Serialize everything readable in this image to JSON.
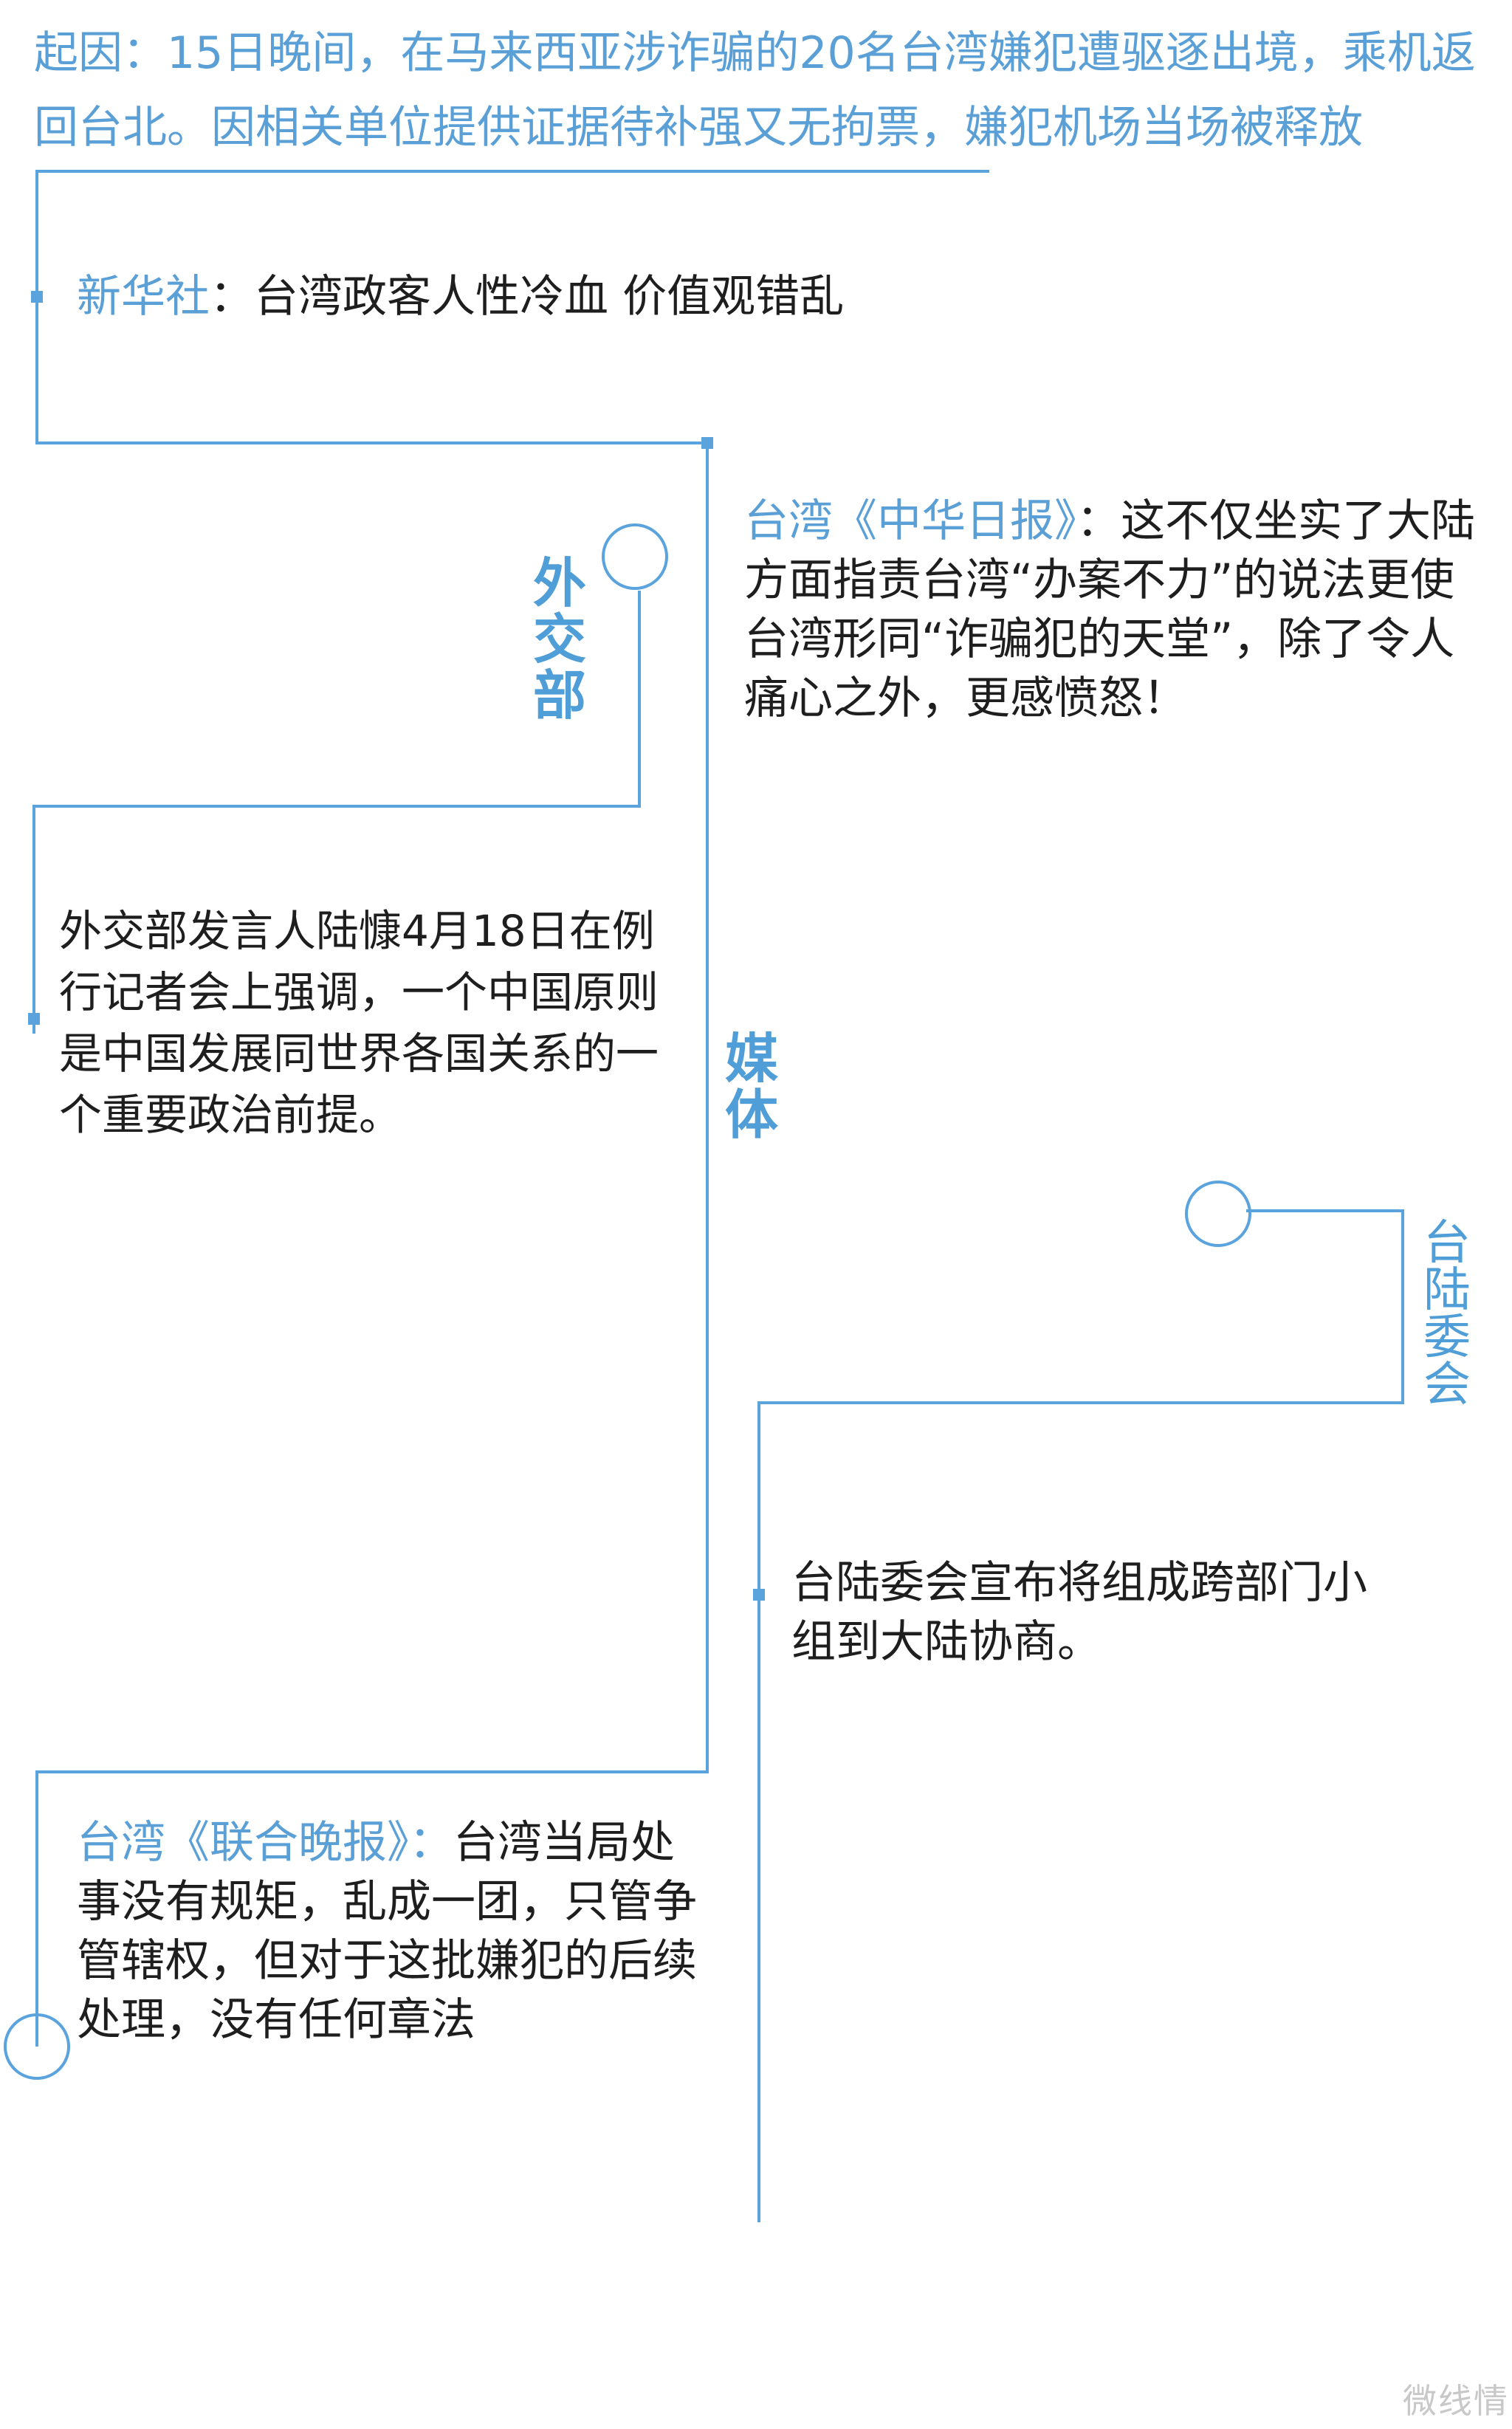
{
  "colors": {
    "accent": "#5a9fd6",
    "line": "#5aa3dd",
    "text": "#1e1e1e"
  },
  "intro": {
    "text": "起因：15日晚间，在马来西亚涉诈骗的20名台湾嫌犯遭驱逐出境，乘机返回台北。因相关单位提供证据待补强又无拘票，嫌犯机场当场被释放"
  },
  "xinhua": {
    "source": "新华社",
    "sep": "：",
    "text": "台湾政客人性冷血 价值观错乱"
  },
  "zhonghua": {
    "source": "台湾《中华日报》",
    "text": "：这不仅坐实了大陆方面指责台湾“办案不力”的说法更使台湾形同“诈骗犯的天堂”，除了令人痛心之外，更感愤怒！"
  },
  "labels": {
    "waijiaobu": "外交部",
    "meiti": "媒体",
    "luweihui": "台陆委会"
  },
  "waijiaobu_statement": {
    "text": "外交部发言人陆慷4月18日在例行记者会上强调，一个中国原则是中国发展同世界各国关系的一个重要政治前提。"
  },
  "luweihui_statement": {
    "text": "台陆委会宣布将组成跨部门小组到大陆协商。"
  },
  "lianhe": {
    "source": "台湾《联合晚报》：",
    "text": "台湾当局处事没有规矩，乱成一团，只管争管辖权，但对于这批嫌犯的后续处理，没有任何章法"
  },
  "watermark": "微线情"
}
